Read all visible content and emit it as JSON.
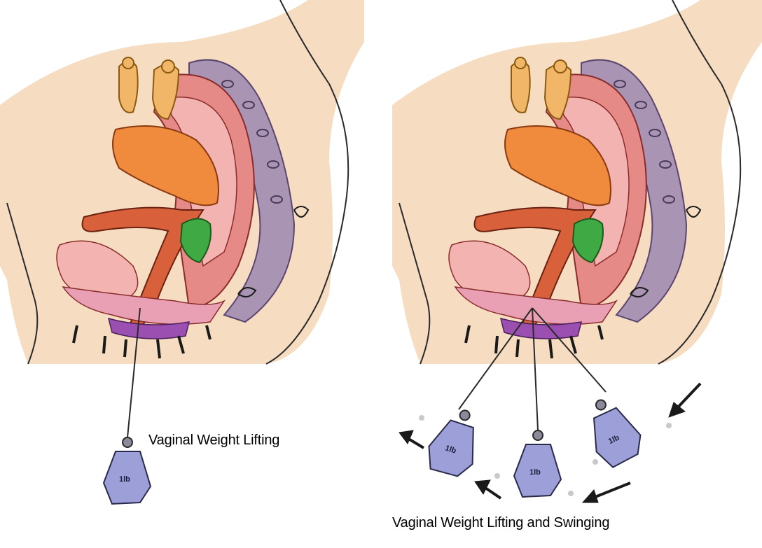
{
  "captions": {
    "left": "Vaginal Weight Lifting",
    "right": "Vaginal Weight Lifting and Swinging"
  },
  "weights": {
    "label": "1lb"
  },
  "colors": {
    "skin": "#f6dcc0",
    "bladder": "#f08a3c",
    "uterus_wall": "#e58a86",
    "uterus_inner": "#f3b3b0",
    "rectum": "#a994b4",
    "ovary": "#f2b668",
    "vaginal_canal": "#d8603a",
    "pelvic_floor": "#9b4fb0",
    "cervix_green": "#3faa43",
    "weight_blue": "#9c9fd8",
    "outline": "#2a2a2a"
  }
}
